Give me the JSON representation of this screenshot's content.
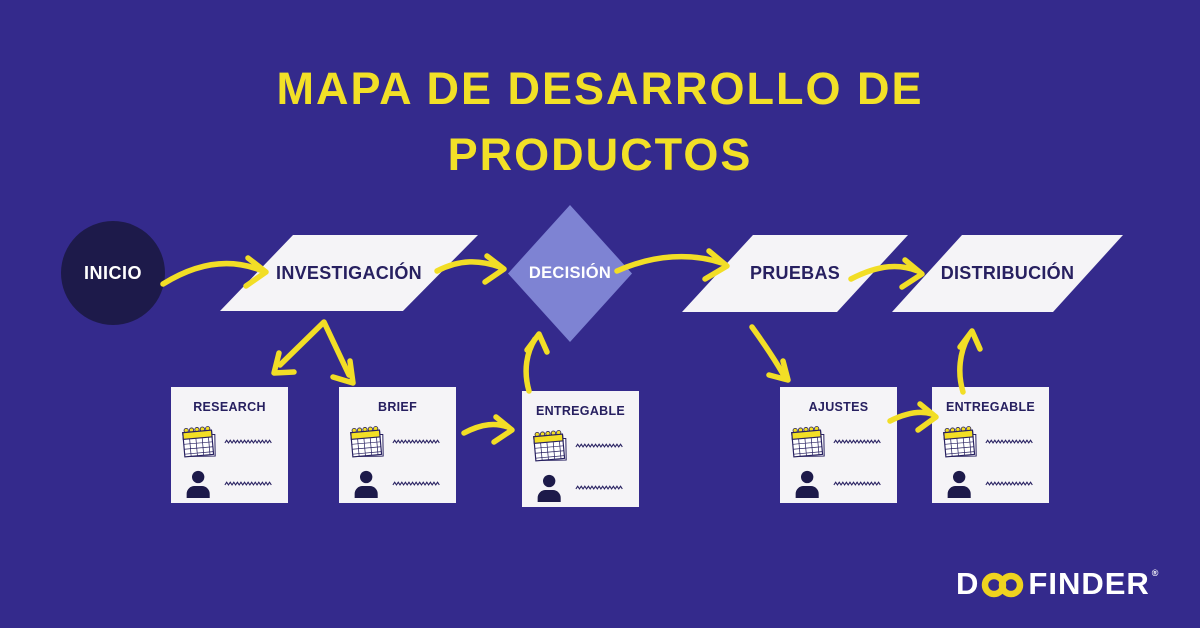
{
  "title": {
    "line1": "MAPA DE DESARROLLO DE",
    "line2": "PRODUCTOS"
  },
  "flow": {
    "start": {
      "label": "INICIO",
      "shape": "circle"
    },
    "steps": [
      {
        "label": "INVESTIGACIÓN",
        "shape": "parallelogram"
      },
      {
        "label": "DECISIÓN",
        "shape": "diamond"
      },
      {
        "label": "PRUEBAS",
        "shape": "parallelogram"
      },
      {
        "label": "DISTRIBUCIÓN",
        "shape": "parallelogram"
      }
    ],
    "connections": [
      {
        "from": "INICIO",
        "to": "INVESTIGACIÓN"
      },
      {
        "from": "INVESTIGACIÓN",
        "to": "DECISIÓN"
      },
      {
        "from": "INVESTIGACIÓN",
        "to": "RESEARCH"
      },
      {
        "from": "INVESTIGACIÓN",
        "to": "BRIEF"
      },
      {
        "from": "BRIEF",
        "to": "ENTREGABLE (1)"
      },
      {
        "from": "ENTREGABLE (1)",
        "to": "DECISIÓN"
      },
      {
        "from": "DECISIÓN",
        "to": "PRUEBAS"
      },
      {
        "from": "PRUEBAS",
        "to": "AJUSTES"
      },
      {
        "from": "AJUSTES",
        "to": "ENTREGABLE (2)"
      },
      {
        "from": "ENTREGABLE (2)",
        "to": "DISTRIBUCIÓN"
      },
      {
        "from": "PRUEBAS",
        "to": "DISTRIBUCIÓN"
      }
    ]
  },
  "cards": [
    {
      "title": "RESEARCH",
      "icons": [
        "calendar-icon",
        "person-icon"
      ]
    },
    {
      "title": "BRIEF",
      "icons": [
        "calendar-icon",
        "person-icon"
      ]
    },
    {
      "title": "ENTREGABLE",
      "icons": [
        "calendar-icon",
        "person-icon"
      ]
    },
    {
      "title": "AJUSTES",
      "icons": [
        "calendar-icon",
        "person-icon"
      ]
    },
    {
      "title": "ENTREGABLE",
      "icons": [
        "calendar-icon",
        "person-icon"
      ]
    }
  ],
  "logo": {
    "prefix": "D",
    "infinity": "oo",
    "suffix": "FINDER",
    "registered": "®"
  },
  "colors": {
    "background": "#342a8c",
    "accent_yellow": "#f2e027",
    "dark_navy": "#1d1a4a",
    "shape_white": "#f5f4f7",
    "diamond_periwinkle": "#7e83d3",
    "text_navy": "#272060",
    "logo_yellow": "#efd31f"
  }
}
